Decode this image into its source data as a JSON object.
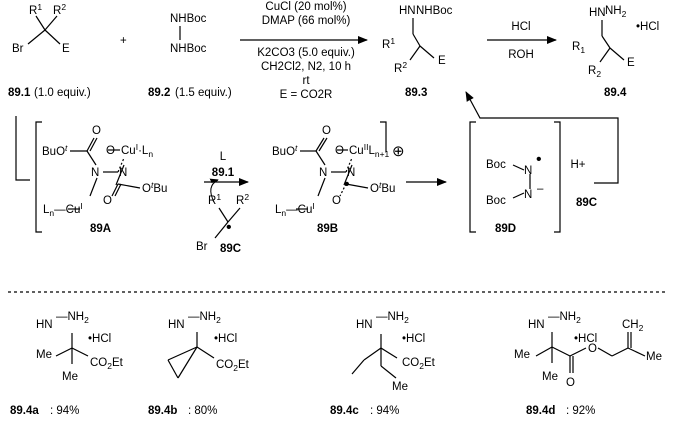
{
  "reagents": {
    "line1": "CuCl (20 mol%)",
    "line2": "DMAP (66 mol%)",
    "line3": "K2CO3 (5.0 equiv.)",
    "line4": "CH2Cl2, N2, 10 h",
    "line5": "rt",
    "line6": "E = CO2R"
  },
  "deprotection": {
    "reagent": "HCl",
    "solvent": "ROH"
  },
  "compounds": {
    "c891": {
      "id": "89.1",
      "amount": "(1.0 equiv.)"
    },
    "c892": {
      "id": "89.2",
      "amount": "(1.5 equiv.)"
    },
    "c893": {
      "id": "89.3"
    },
    "c894": {
      "id": "89.4"
    }
  },
  "mechanism": {
    "ligand": "L",
    "ligand_id": "89.1",
    "proton": "H+",
    "labels": [
      "89A",
      "89B",
      "89C",
      "89D",
      "89C"
    ]
  },
  "products": [
    {
      "id": "89.4a",
      "yield": ": 94%"
    },
    {
      "id": "89.4b",
      "yield": ": 80%"
    },
    {
      "id": "89.4c",
      "yield": ": 94%"
    },
    {
      "id": "89.4d",
      "yield": ": 92%"
    }
  ],
  "atoms": {
    "hcl": "•HCl",
    "nhboc": "NHBoc",
    "boc": "Boc",
    "br": "Br",
    "e": "E",
    "n": "N",
    "o": "O",
    "cu": "Cu"
  }
}
